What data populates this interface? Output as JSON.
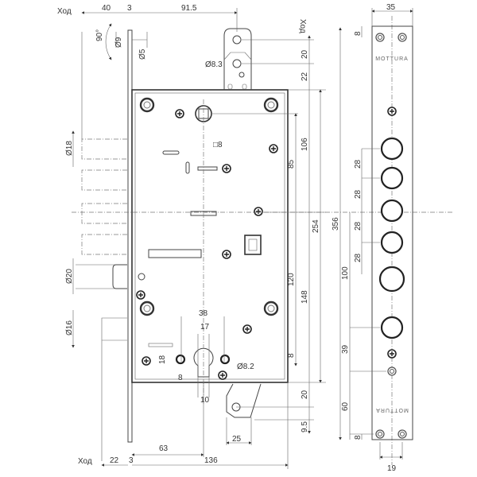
{
  "title": "Mottura mortise lock dimensional drawing",
  "stroke_label": "Ход",
  "brand": "MOTTURA",
  "top_dims": {
    "d40": "40",
    "d3": "3",
    "d91_5": "91.5",
    "angle": "90°",
    "dia9": "Ø9",
    "dia5": "Ø5",
    "dia8_3": "Ø8.3",
    "d20": "20",
    "d22": "22"
  },
  "left_dims": {
    "dia18": "Ø18",
    "dia20": "Ø20",
    "dia16": "Ø16"
  },
  "body_dims": {
    "sq8": "□8",
    "d38": "38",
    "d17": "17",
    "d18": "18",
    "d8a": "8",
    "dia8_2": "Ø8.2",
    "d10": "10",
    "d25": "25"
  },
  "right_dims": {
    "d106": "106",
    "d85": "85",
    "d254": "254",
    "d120": "120",
    "d148": "148",
    "d8": "8",
    "d20b": "20",
    "d9_5": "9.5",
    "d356": "356"
  },
  "bottom_dims": {
    "d63": "63",
    "d22": "22",
    "d3": "3",
    "d136": "136"
  },
  "strip_dims": {
    "d35": "35",
    "d8top": "8",
    "d28a": "28",
    "d28b": "28",
    "d28c": "28",
    "d28d": "28",
    "d100": "100",
    "d39": "39",
    "d60": "60",
    "d8bot": "8",
    "d19": "19"
  }
}
